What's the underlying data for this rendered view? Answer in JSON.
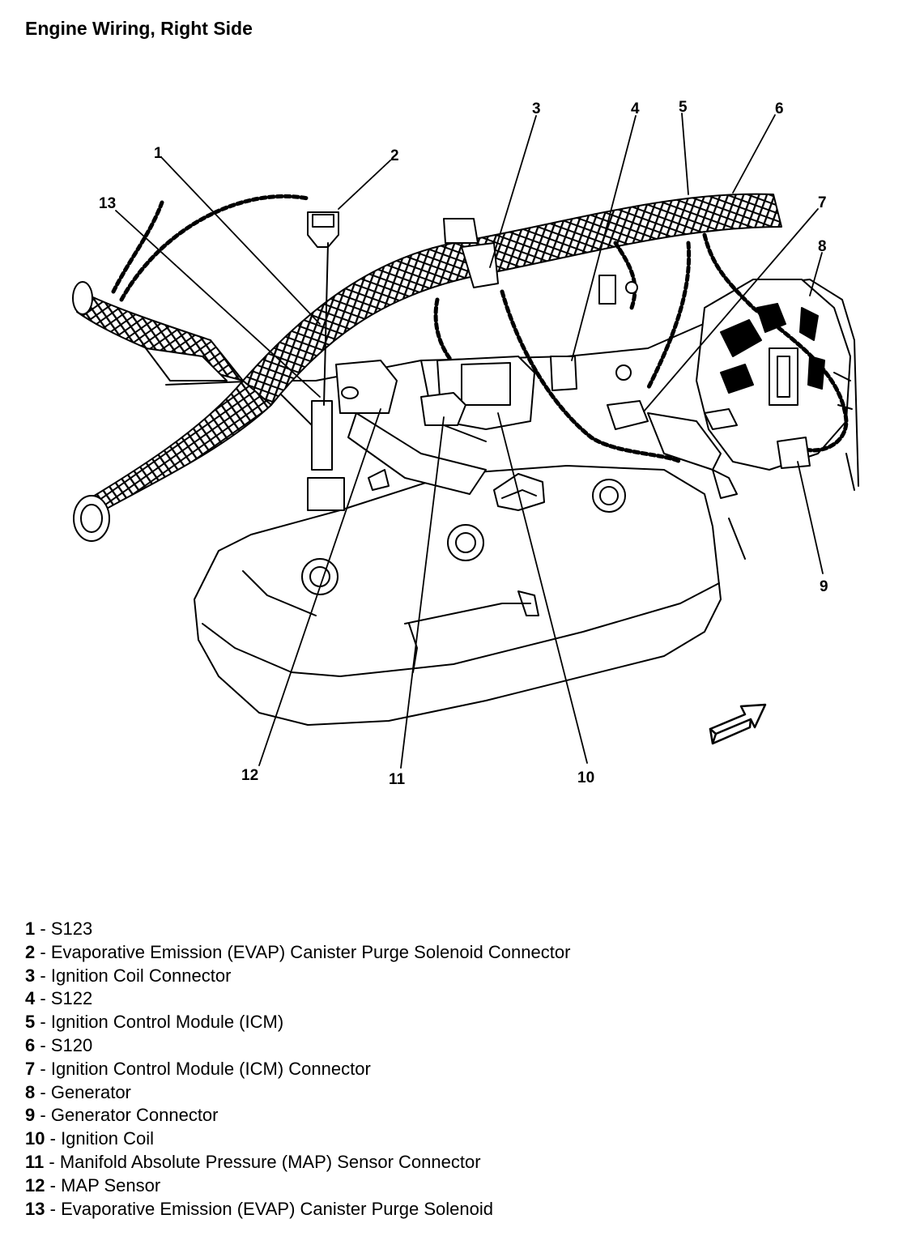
{
  "title": "Engine Wiring, Right Side",
  "colors": {
    "line": "#000000",
    "background": "#ffffff"
  },
  "legend": [
    {
      "num": "1",
      "label": "S123"
    },
    {
      "num": "2",
      "label": "Evaporative Emission (EVAP) Canister Purge Solenoid Connector"
    },
    {
      "num": "3",
      "label": "Ignition Coil Connector"
    },
    {
      "num": "4",
      "label": "S122"
    },
    {
      "num": "5",
      "label": "Ignition Control Module (ICM)"
    },
    {
      "num": "6",
      "label": "S120"
    },
    {
      "num": "7",
      "label": "Ignition Control Module (ICM) Connector"
    },
    {
      "num": "8",
      "label": "Generator"
    },
    {
      "num": "9",
      "label": "Generator Connector"
    },
    {
      "num": "10",
      "label": "Ignition Coil"
    },
    {
      "num": "11",
      "label": "Manifold Absolute Pressure (MAP) Sensor Connector"
    },
    {
      "num": "12",
      "label": "MAP Sensor"
    },
    {
      "num": "13",
      "label": "Evaporative Emission (EVAP) Canister Purge Solenoid"
    }
  ]
}
